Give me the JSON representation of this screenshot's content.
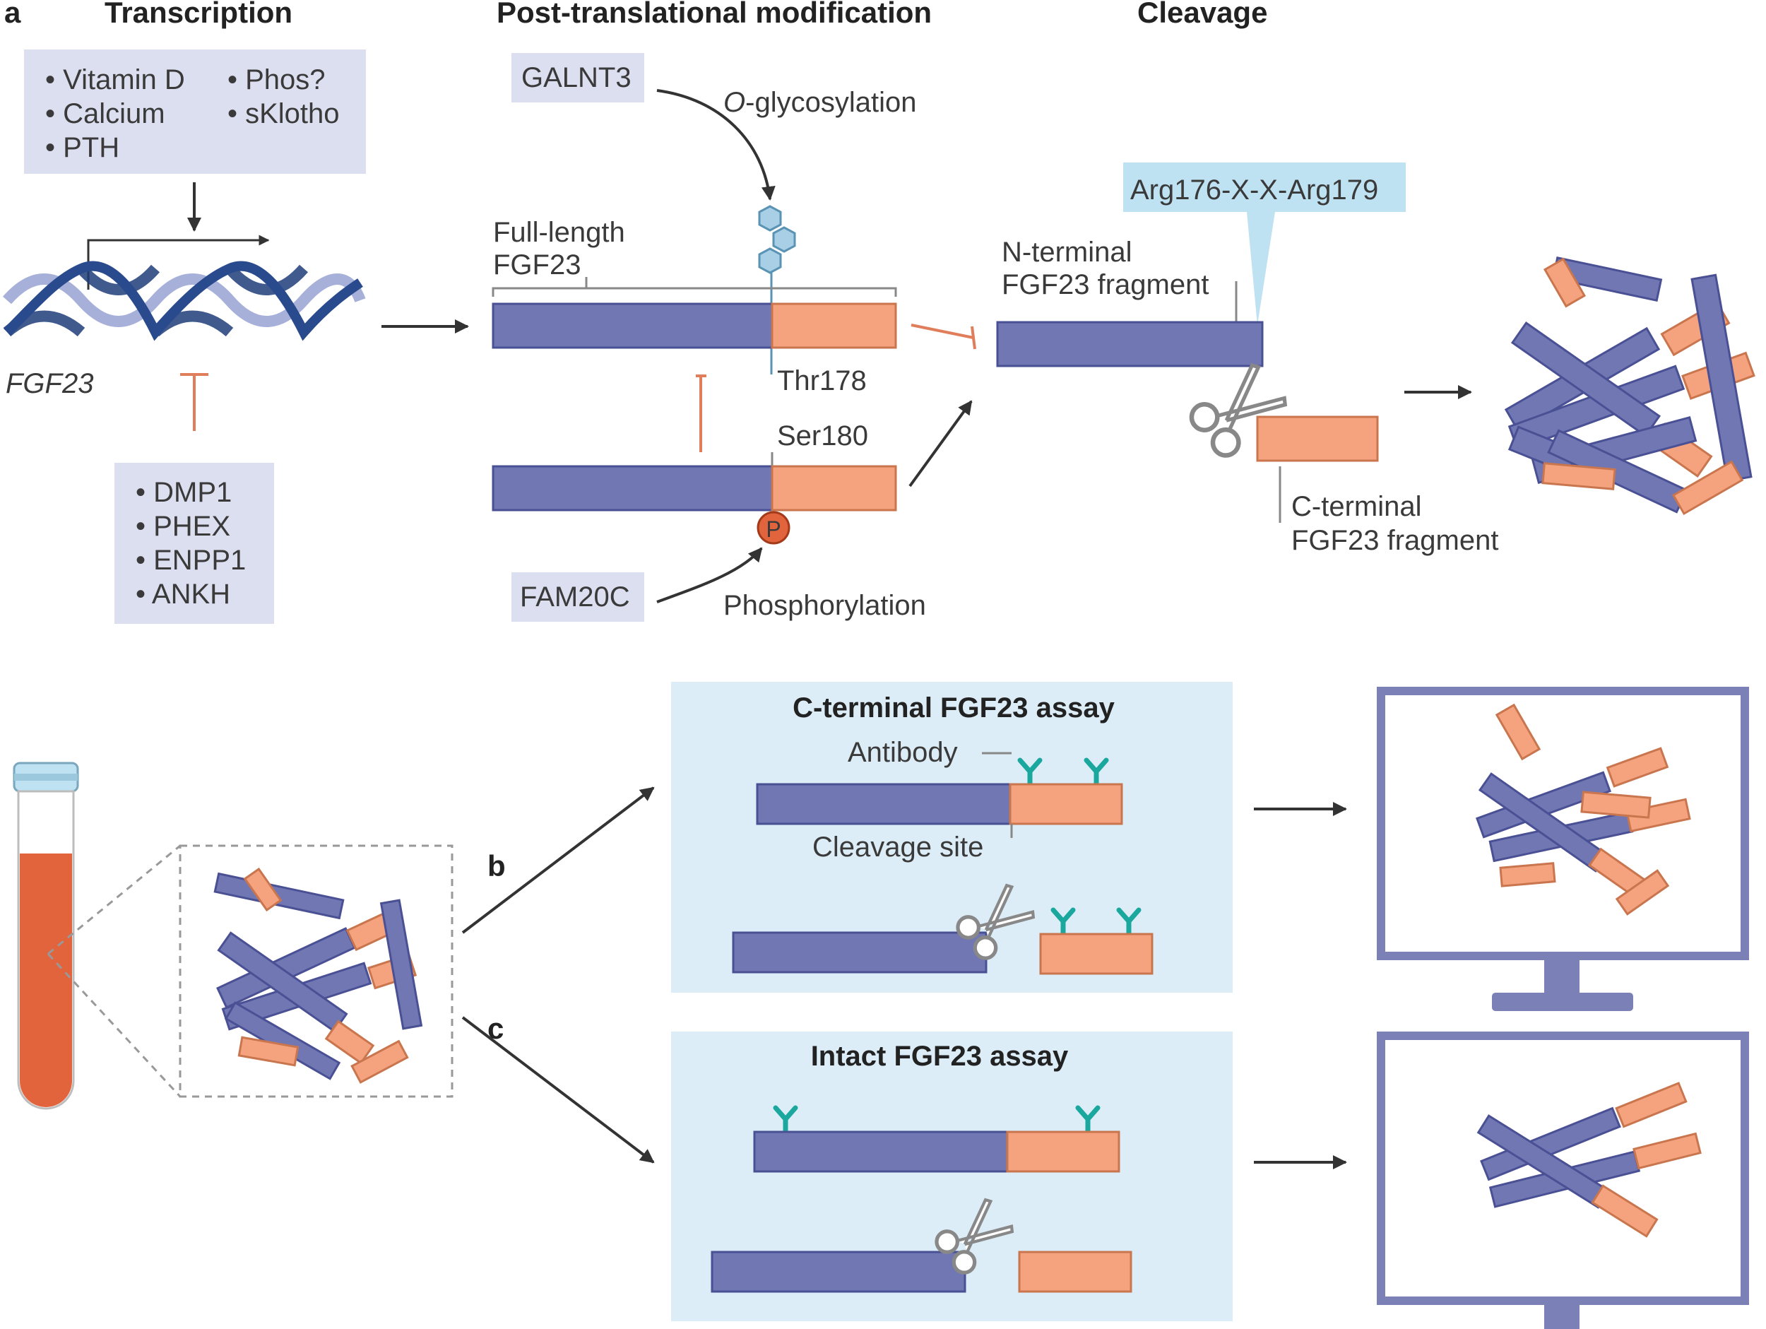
{
  "colors": {
    "blue": "#7077b3",
    "blue_stroke": "#4a5094",
    "salmon": "#f5a27e",
    "salmon_stroke": "#c9764f",
    "box_lavender": "#dcdff0",
    "box_light_blue": "#dcedf7",
    "tooltip_blue": "#bfe2f3",
    "inhibit": "#e07d5b",
    "teal": "#1aa89e",
    "tube_red": "#e2643c",
    "monitor": "#7b80b6",
    "arrow": "#333333"
  },
  "panel_a": {
    "letter": "a",
    "headings": {
      "transcription": "Transcription",
      "ptm": "Post-translational modification",
      "cleavage": "Cleavage"
    },
    "regulators_up": {
      "col1": [
        "• Vitamin D",
        "• Calcium",
        "• PTH"
      ],
      "col2": [
        "• Phos?",
        "• sKlotho"
      ]
    },
    "regulators_down": [
      "• DMP1",
      "• PHEX",
      "• ENPP1",
      "• ANKH"
    ],
    "gene_label": "FGF23",
    "galnt3": "GALNT3",
    "o_glyco_prefix": "O",
    "o_glyco_suffix": "-glycosylation",
    "full_length_line1": "Full-length",
    "full_length_line2": "FGF23",
    "thr": "Thr178",
    "ser": "Ser180",
    "phospho_mark": "P",
    "fam20c": "FAM20C",
    "phosphorylation": "Phosphorylation",
    "cleavage_site_seq": "Arg176-X-X-Arg179",
    "n_term_line1": "N-terminal",
    "n_term_line2": "FGF23 fragment",
    "c_term_line1": "C-terminal",
    "c_term_line2": "FGF23 fragment"
  },
  "panel_b": {
    "letter": "b",
    "title": "C-terminal FGF23 assay",
    "antibody": "Antibody",
    "cleavage_site": "Cleavage site"
  },
  "panel_c": {
    "letter": "c",
    "title": "Intact FGF23 assay"
  }
}
